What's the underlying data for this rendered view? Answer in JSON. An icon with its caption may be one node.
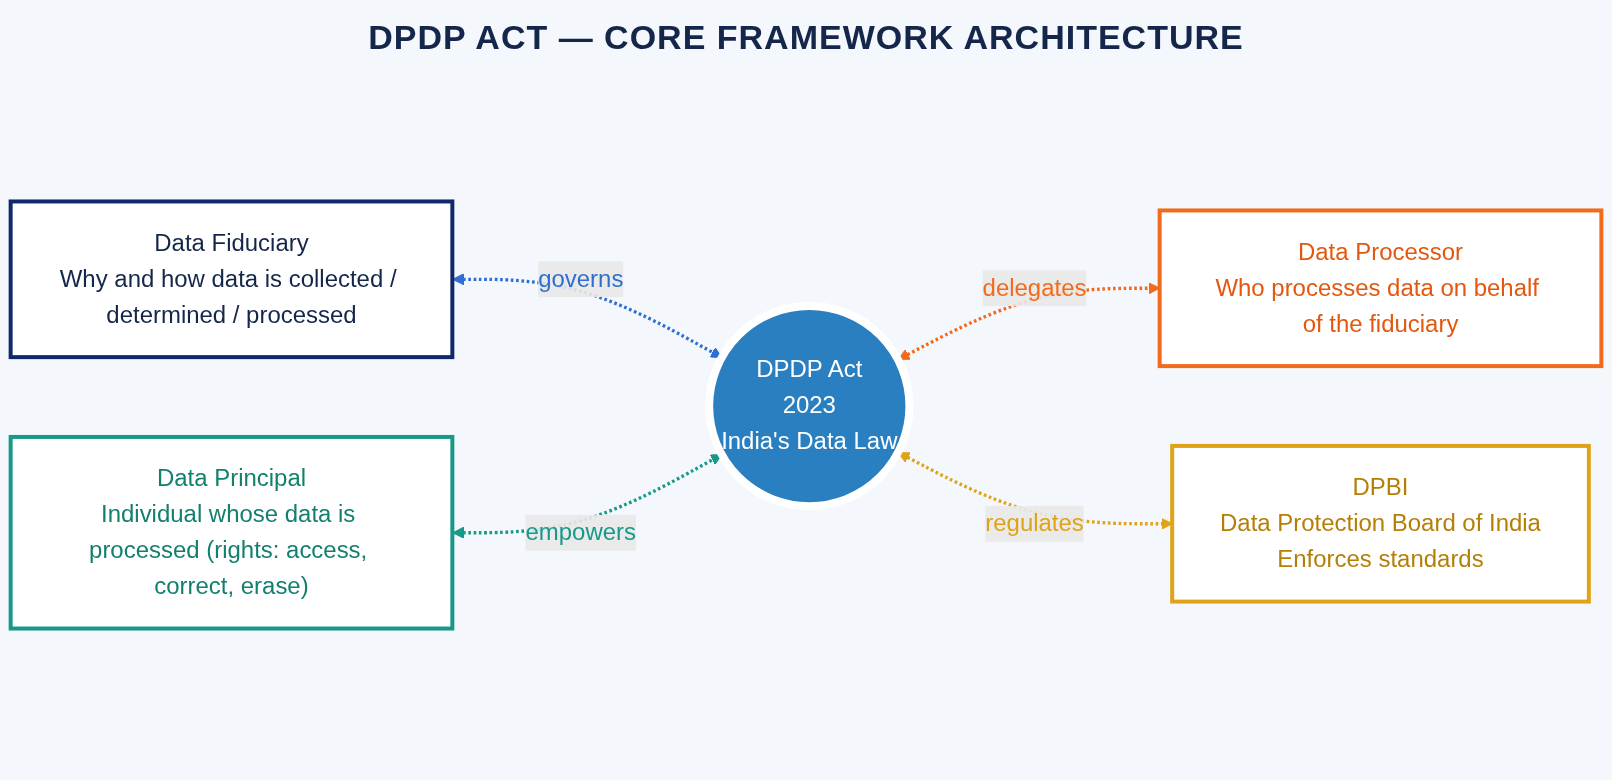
{
  "diagram": {
    "title": "DPDP ACT — CORE FRAMEWORK ARCHITECTURE",
    "nodes": [
      {
        "text": [
          "Data Fiduciary",
          "Why and how data is collected / determined / processed"
        ]
      },
      {
        "text": [
          "Data Processor",
          "Who processes data on behalf of the fiduciary"
        ]
      },
      {
        "text": [
          "DPDP Act",
          "2023",
          "India's Data Law"
        ]
      },
      {
        "text": [
          "Data Principal",
          "Individual whose data is processed (rights: access, correct, erase)"
        ]
      },
      {
        "text": [
          "DPBI",
          "Data Protection Board of India",
          "Enforces standards"
        ]
      }
    ],
    "edges": [
      {
        "from": 0,
        "to": 2,
        "arrow": "both",
        "label": "governs",
        "style": "dashed",
        "color": "#2f6fd0"
      },
      {
        "from": 2,
        "to": 1,
        "arrow": "both",
        "label": "delegates",
        "style": "dashed",
        "color": "#f26a1b"
      },
      {
        "from": 3,
        "to": 2,
        "arrow": "both",
        "label": "empowers",
        "style": "dashed",
        "color": "#17998a"
      },
      {
        "from": 2,
        "to": 4,
        "arrow": "both",
        "label": "regulates",
        "style": "dashed",
        "color": "#e0a317"
      }
    ]
  }
}
